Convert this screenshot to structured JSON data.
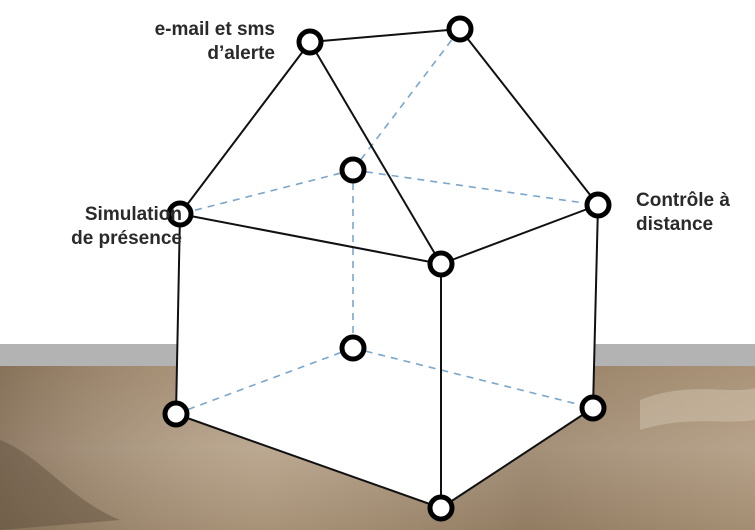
{
  "labels": {
    "top": {
      "line1": "e-mail et sms",
      "line2": "d’alerte"
    },
    "left": {
      "line1": "Simulation",
      "line2": "de présence"
    },
    "right": {
      "line1": "Contrôle à",
      "line2": "distance"
    }
  },
  "colors": {
    "edge_solid": "#111111",
    "edge_hidden": "#7aa6cc",
    "node_stroke": "#000000",
    "node_fill": "#ffffff",
    "band_grey": "#b3b3b3",
    "floor_brown": "#a8937a"
  }
}
